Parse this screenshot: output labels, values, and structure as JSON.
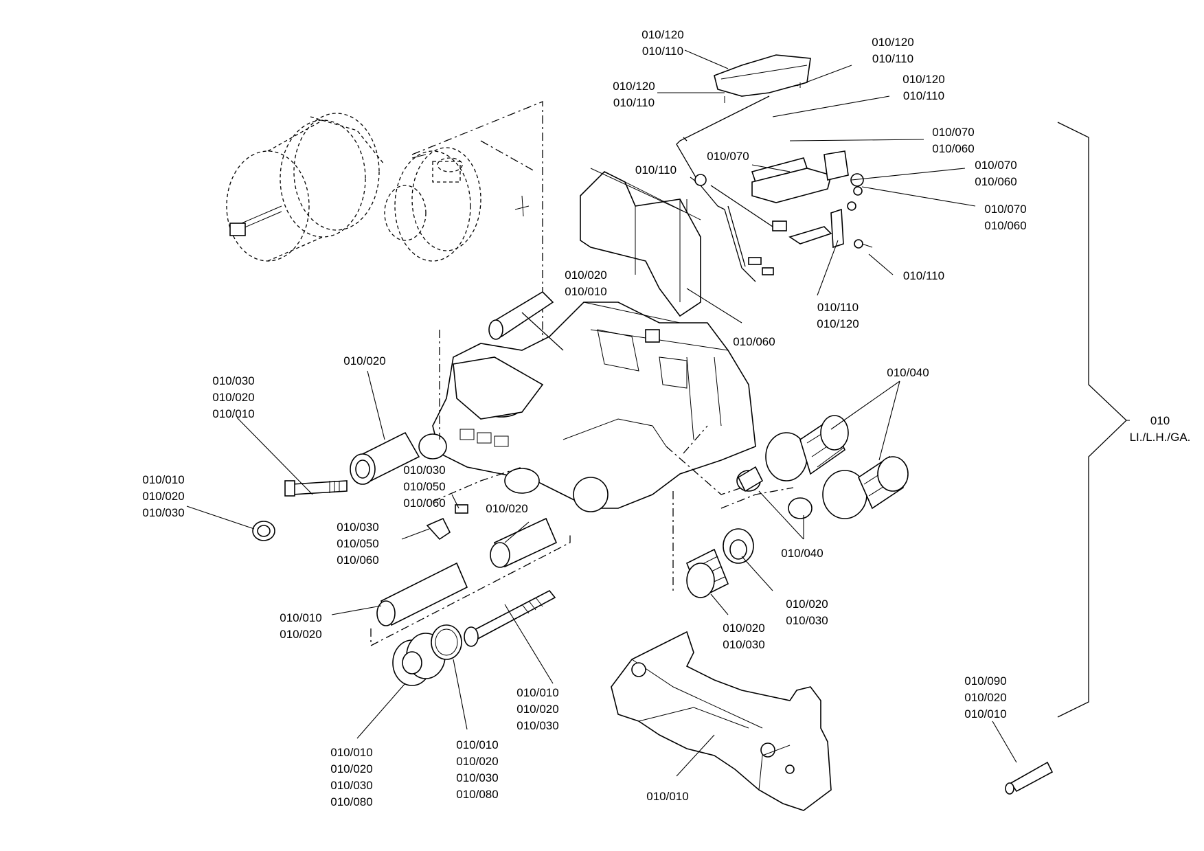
{
  "callouts": [
    {
      "id": "c1",
      "lines": [
        "010/120",
        "010/110"
      ]
    },
    {
      "id": "c2",
      "lines": [
        "010/120",
        "010/110"
      ]
    },
    {
      "id": "c3",
      "lines": [
        "010/120",
        "010/110"
      ]
    },
    {
      "id": "c4",
      "lines": [
        "010/120",
        "010/110"
      ]
    },
    {
      "id": "c5",
      "lines": [
        "010/070",
        "010/060"
      ]
    },
    {
      "id": "c6",
      "lines": [
        "010/070"
      ]
    },
    {
      "id": "c7",
      "lines": [
        "010/070",
        "010/060"
      ]
    },
    {
      "id": "c8",
      "lines": [
        "010/070",
        "010/060"
      ]
    },
    {
      "id": "c9",
      "lines": [
        "010/110"
      ]
    },
    {
      "id": "c10",
      "lines": [
        "010/110"
      ]
    },
    {
      "id": "c11",
      "lines": [
        "010/110",
        "010/120"
      ]
    },
    {
      "id": "c12",
      "lines": [
        "010/060"
      ]
    },
    {
      "id": "c13",
      "lines": [
        "010/020",
        "010/010"
      ]
    },
    {
      "id": "c14",
      "lines": [
        "010/020"
      ]
    },
    {
      "id": "c15",
      "lines": [
        "010/030",
        "010/020",
        "010/010"
      ]
    },
    {
      "id": "c16",
      "lines": [
        "010/010",
        "010/020",
        "010/030"
      ]
    },
    {
      "id": "c17",
      "lines": [
        "010/030",
        "010/050",
        "010/060"
      ]
    },
    {
      "id": "c18",
      "lines": [
        "010/020"
      ]
    },
    {
      "id": "c19",
      "lines": [
        "010/030",
        "010/050",
        "010/060"
      ]
    },
    {
      "id": "c20",
      "lines": [
        "010/040"
      ]
    },
    {
      "id": "c21",
      "lines": [
        "010/040"
      ]
    },
    {
      "id": "c22",
      "lines": [
        "010/020",
        "010/030"
      ]
    },
    {
      "id": "c23",
      "lines": [
        "010/020",
        "010/030"
      ]
    },
    {
      "id": "c24",
      "lines": [
        "010/010",
        "010/020"
      ]
    },
    {
      "id": "c25",
      "lines": [
        "010/010",
        "010/020",
        "010/030"
      ]
    },
    {
      "id": "c26",
      "lines": [
        "010/010",
        "010/020",
        "010/030",
        "010/080"
      ]
    },
    {
      "id": "c27",
      "lines": [
        "010/010",
        "010/020",
        "010/030",
        "010/080"
      ]
    },
    {
      "id": "c28",
      "lines": [
        "010/010"
      ]
    },
    {
      "id": "c29",
      "lines": [
        "010/090",
        "010/020",
        "010/010"
      ]
    },
    {
      "id": "c30",
      "lines": [
        "010",
        "LI./L.H./GA."
      ]
    }
  ]
}
